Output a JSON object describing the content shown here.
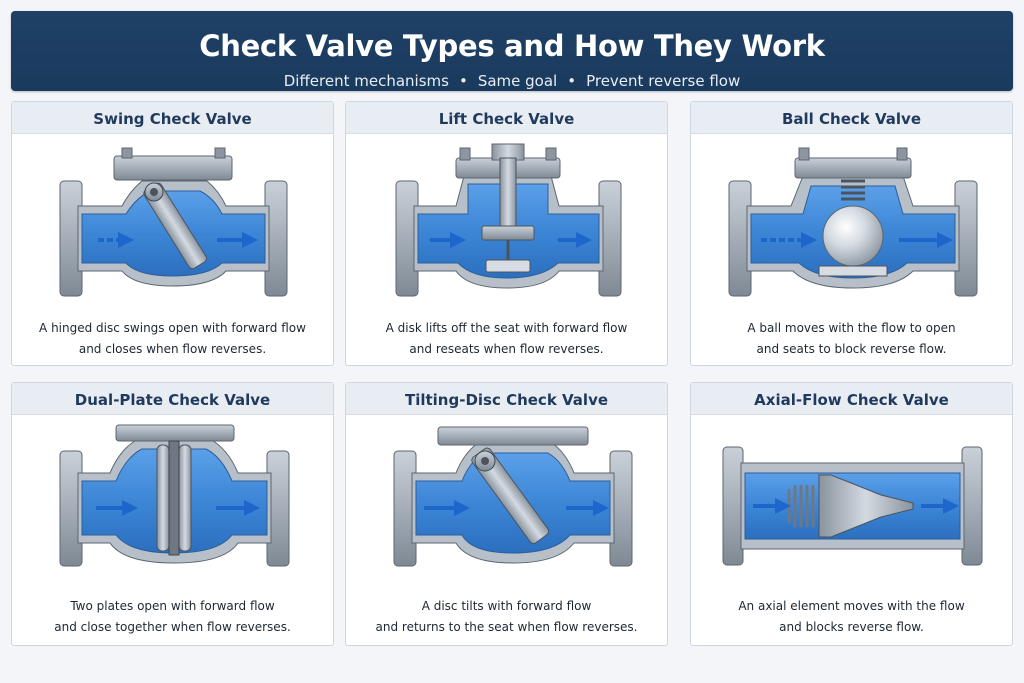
{
  "header": {
    "title": "Check Valve Types and How They Work",
    "subtitle_parts": [
      "Different mechanisms",
      "Same goal",
      "Prevent reverse flow"
    ],
    "separator": "•"
  },
  "colors": {
    "header_bg": "#1f4166",
    "water": "#3d86d6",
    "metal": "#a7b0ba",
    "arrow": "#1e66cc"
  },
  "cards": [
    {
      "title": "Swing Check Valve",
      "desc": [
        "A hinged disc swings open with forward flow",
        "and closes when flow reverses."
      ],
      "mechanism": "swing-disc-icon"
    },
    {
      "title": "Lift Check Valve",
      "desc": [
        "A disk lifts off the seat with forward flow",
        "and reseats when flow reverses."
      ],
      "mechanism": "lift-disk-icon"
    },
    {
      "title": "Ball Check Valve",
      "desc": [
        "A ball moves with the flow to open",
        "and seats to block reverse flow."
      ],
      "mechanism": "ball-icon"
    },
    {
      "title": "Dual-Plate Check Valve",
      "desc": [
        "Two plates open with forward flow",
        "and close together when flow reverses."
      ],
      "mechanism": "dual-plate-icon"
    },
    {
      "title": "Tilting-Disc Check Valve",
      "desc": [
        "A disc tilts with forward flow",
        "and returns to the seat when flow reverses."
      ],
      "mechanism": "tilting-disc-icon"
    },
    {
      "title": "Axial-Flow Check Valve",
      "desc": [
        "An axial element moves with the flow",
        "and blocks reverse flow."
      ],
      "mechanism": "axial-element-icon"
    }
  ]
}
